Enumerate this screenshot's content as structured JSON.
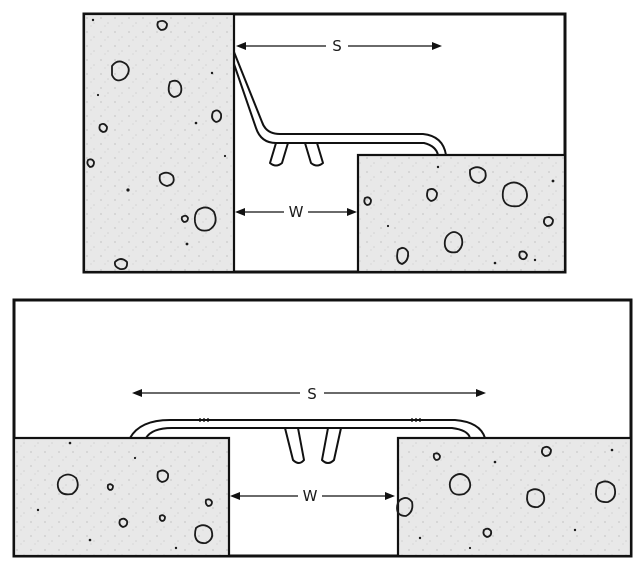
{
  "diagrams": [
    {
      "name": "top",
      "span_label": "S",
      "gap_label": "W"
    },
    {
      "name": "bottom",
      "span_label": "S",
      "gap_label": "W"
    }
  ],
  "colors": {
    "line": "#111111",
    "concrete": "#e9e9e9",
    "background": "#ffffff"
  }
}
